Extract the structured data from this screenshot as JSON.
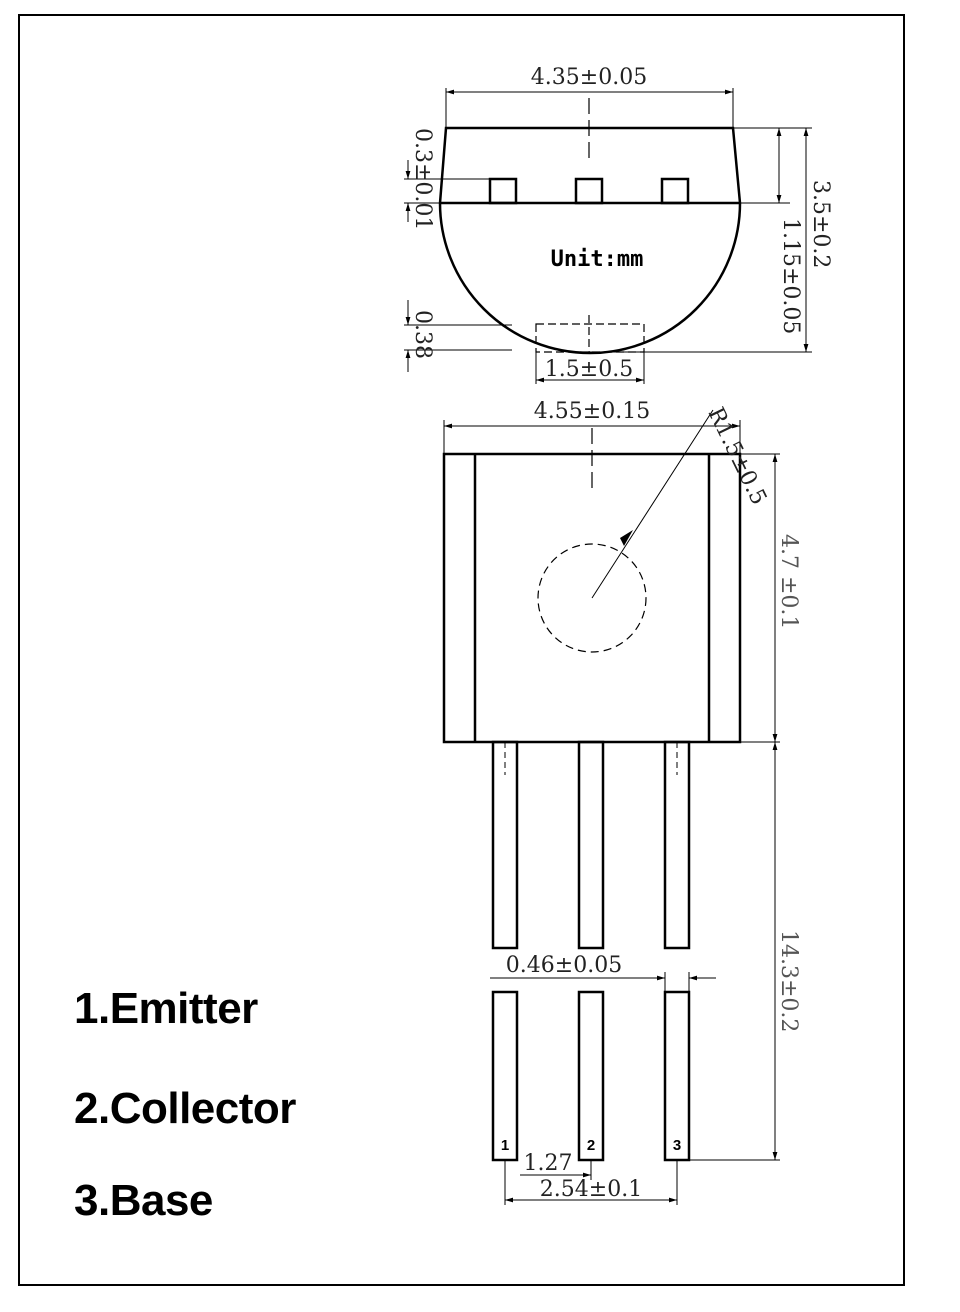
{
  "unit_label": "Unit:mm",
  "dimensions": {
    "top_width": "4.35±0.05",
    "notch_depth": "0.3±0.01",
    "total_height": "3.5±0.2",
    "flat_height": "1.15±0.05",
    "bottom_offset": "0.38",
    "bottom_width": "1.5±0.5",
    "body_width": "4.55±0.15",
    "hole_radius": "R1.5±0.5",
    "body_height": "4.7 ±0.1",
    "lead_length": "14.3±0.2",
    "lead_width": "0.46±0.05",
    "pin_pitch": "1.27",
    "pin_span": "2.54±0.1"
  },
  "pins": [
    "1",
    "2",
    "3"
  ],
  "legend": [
    "1.Emitter",
    "2.Collector",
    "3.Base"
  ]
}
